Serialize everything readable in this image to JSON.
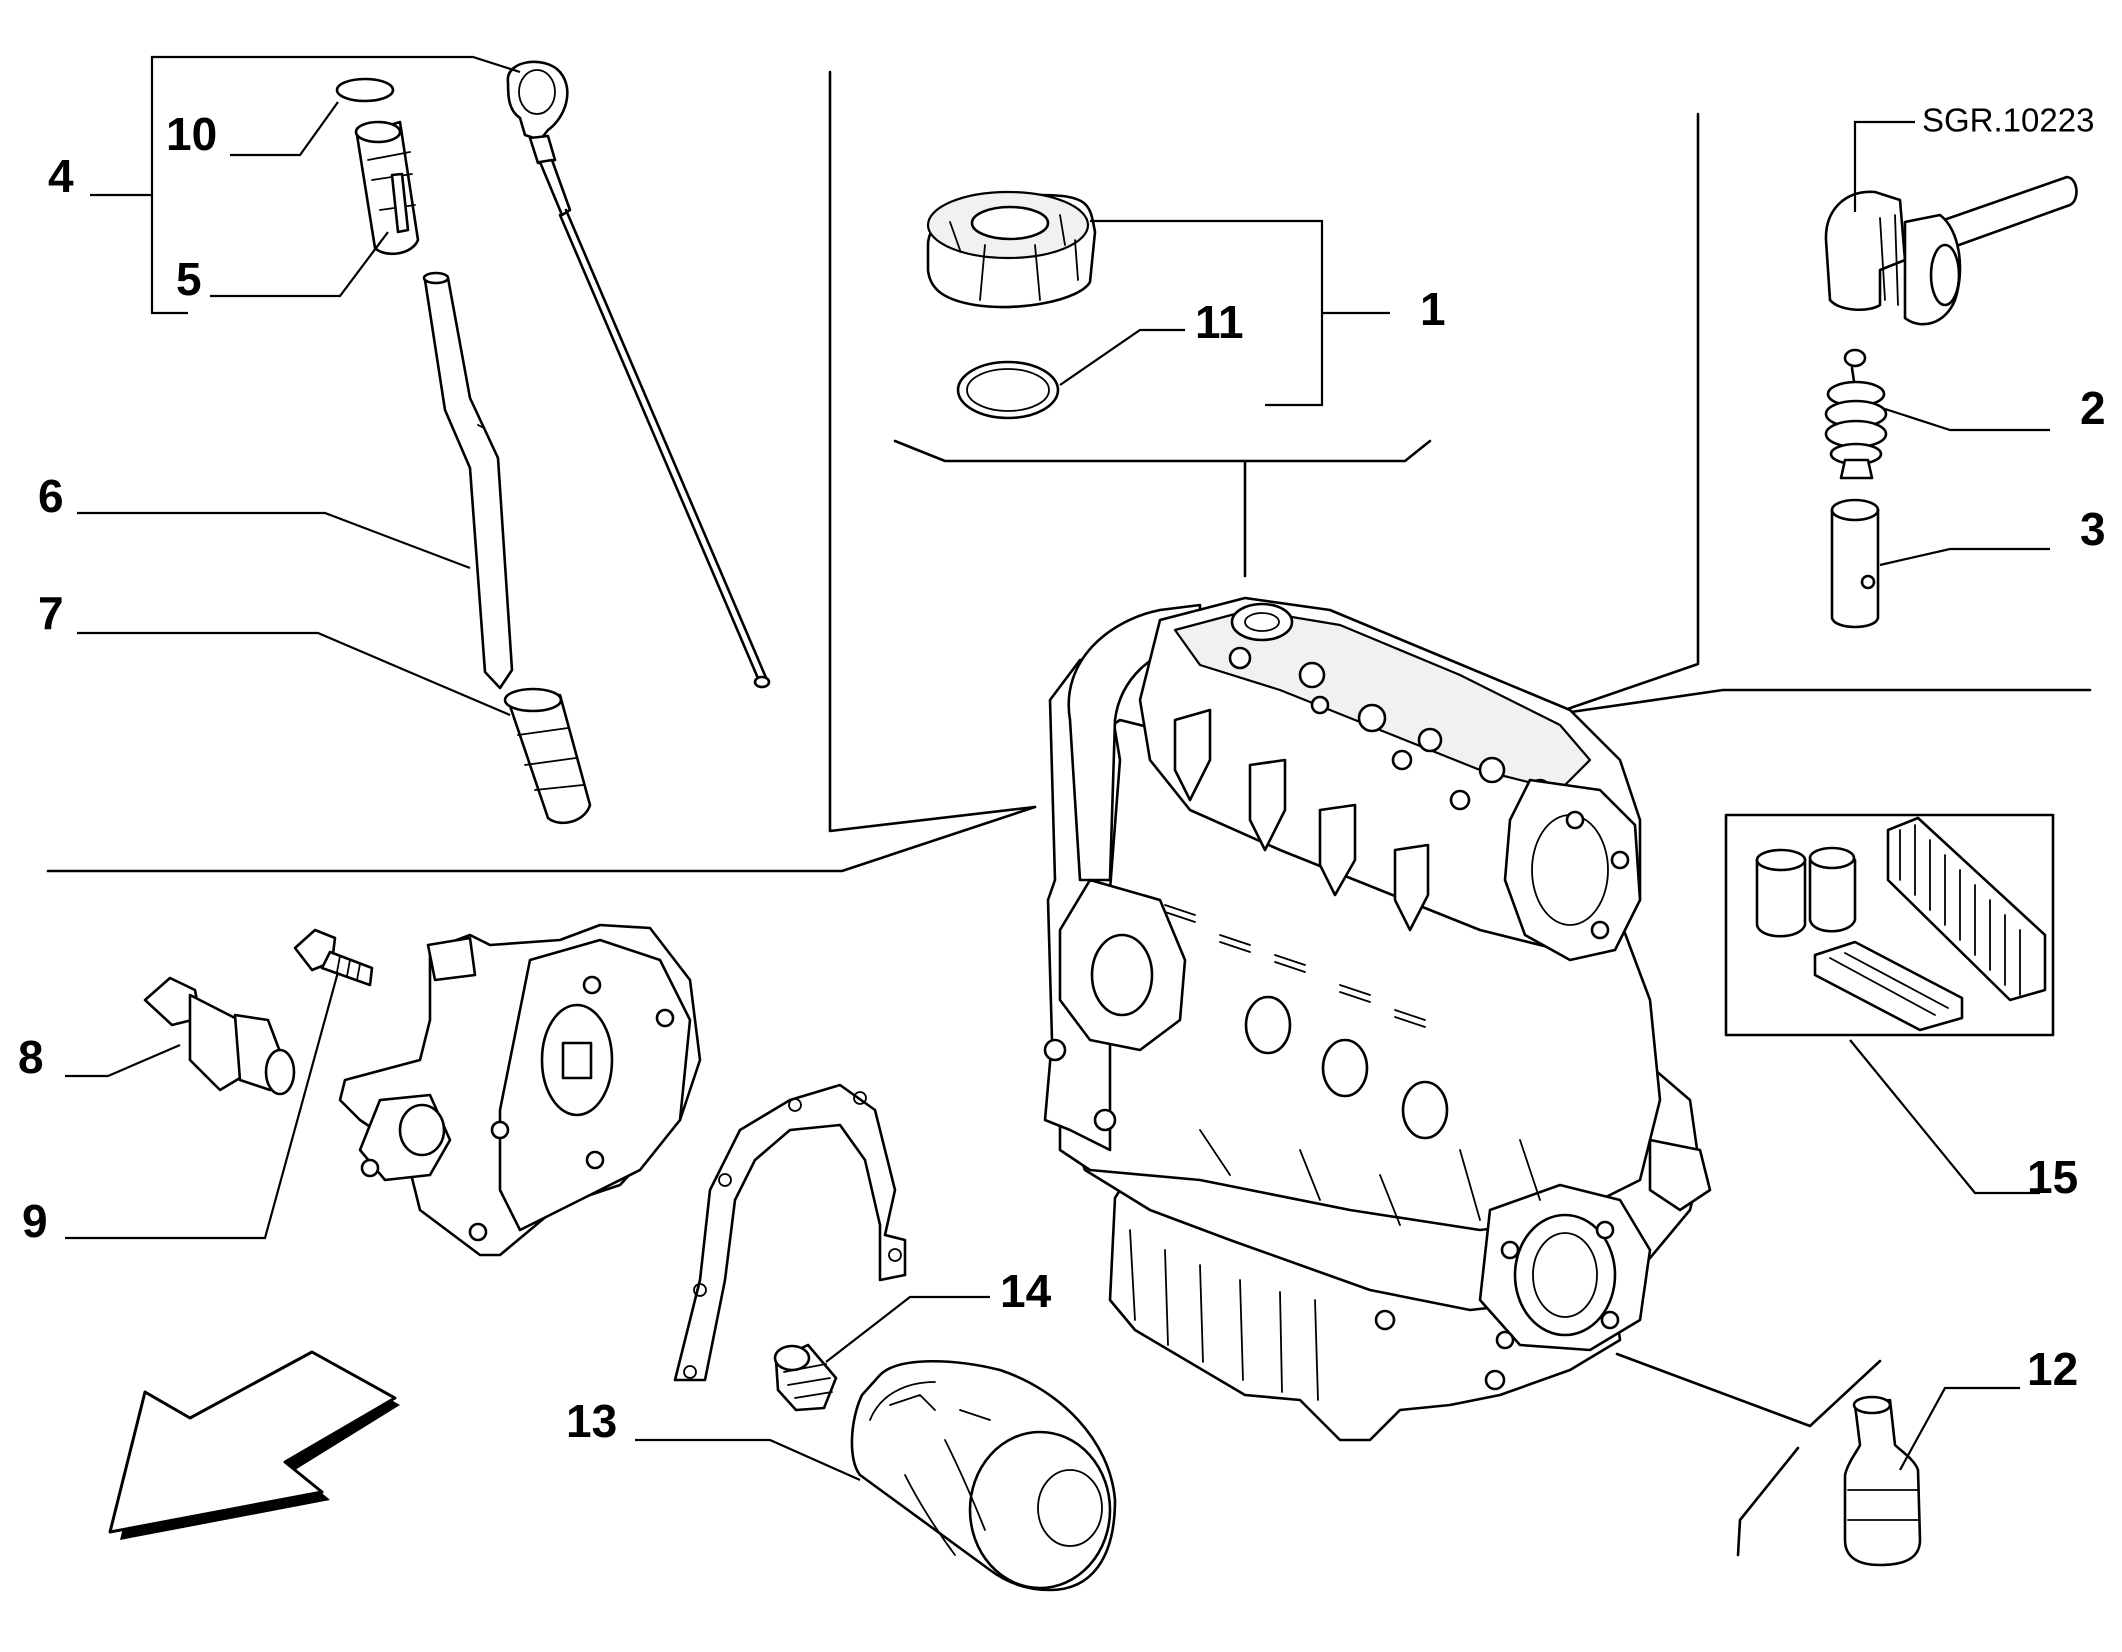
{
  "reference_code": "SGR.10223",
  "callouts": {
    "c1": "1",
    "c2": "2",
    "c3": "3",
    "c4": "4",
    "c5": "5",
    "c6": "6",
    "c7": "7",
    "c8": "8",
    "c9": "9",
    "c10": "10",
    "c11": "11",
    "c12": "12",
    "c13": "13",
    "c14": "14",
    "c15": "15"
  }
}
